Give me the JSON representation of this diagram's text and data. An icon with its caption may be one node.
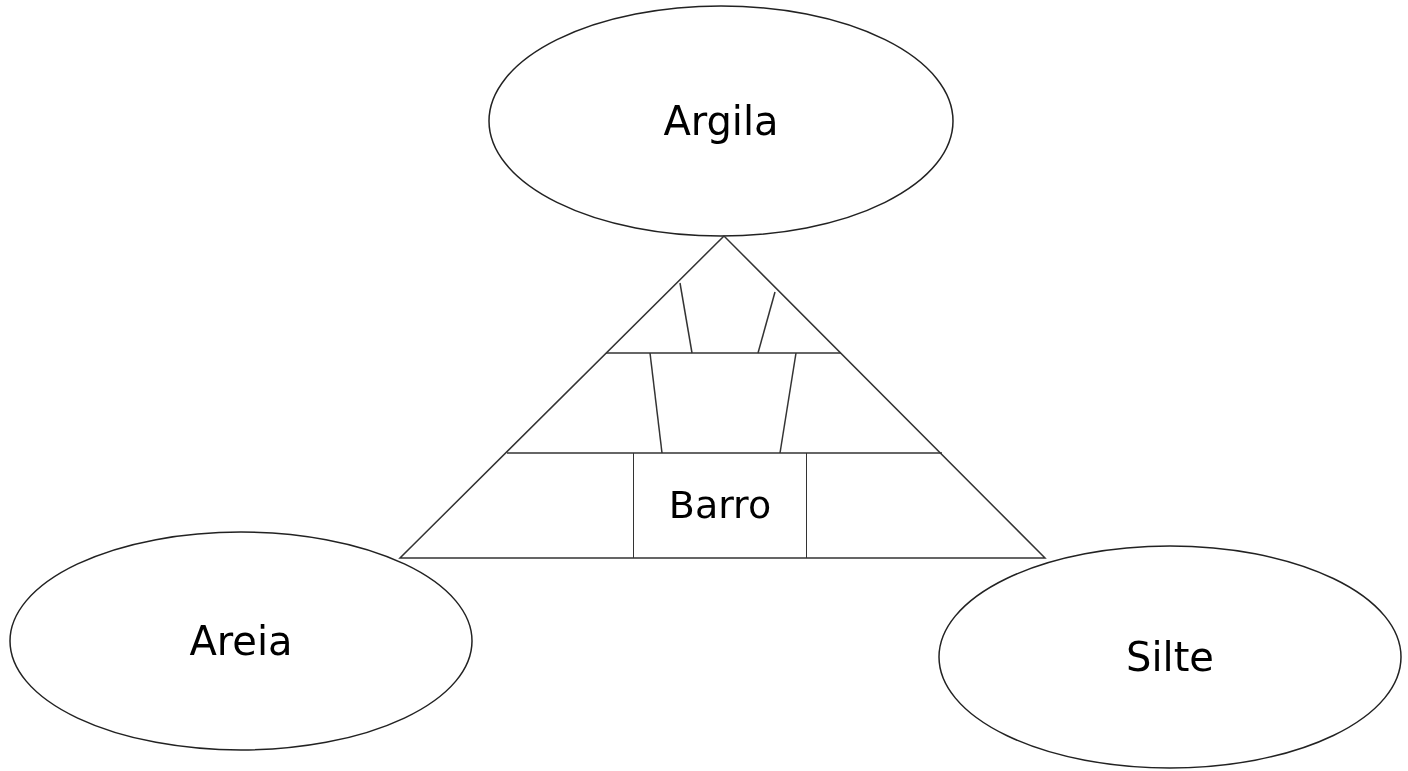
{
  "diagram": {
    "nodes": [
      {
        "text": [
          "Argila"
        ]
      },
      {
        "text": [],
        "shape": "triangle"
      },
      {
        "text": [
          "Barro"
        ],
        "in": 1
      },
      {
        "text": [
          "Areia"
        ]
      },
      {
        "text": [
          "Silte"
        ]
      }
    ]
  }
}
